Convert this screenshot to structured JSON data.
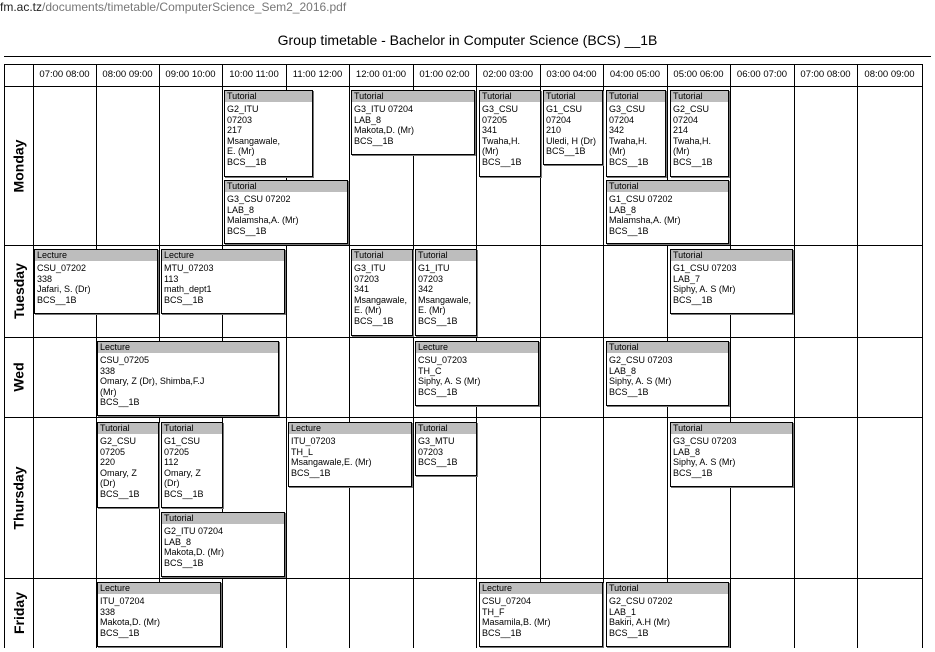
{
  "url": {
    "host": "fm.ac.tz",
    "path": "/documents/timetable/ComputerScience_Sem2_2016.pdf"
  },
  "title": "Group timetable - Bachelor in Computer Science (BCS) __1B",
  "time_headers": [
    "07:00  08:00",
    "08:00  09:00",
    "09:00  10:00",
    "10:00  11:00",
    "11:00  12:00",
    "12:00  01:00",
    "01:00  02:00",
    "02:00  03:00",
    "03:00  04:00",
    "04:00  05:00",
    "05:00  06:00",
    "06:00  07:00",
    "07:00  08:00",
    "08:00  09:00"
  ],
  "days": [
    "Monday",
    "Tuesday",
    "Wed",
    "Thursday",
    "Friday"
  ],
  "events": [
    {
      "type": "Tutorial",
      "lines": [
        "G2_ITU",
        "07203",
        "217",
        "Msangawale,",
        "E. (Mr)",
        "BCS__1B"
      ]
    },
    {
      "type": "Tutorial",
      "lines": [
        "G3_ITU 07204",
        "LAB_8",
        "Makota,D. (Mr)",
        "BCS__1B"
      ]
    },
    {
      "type": "Tutorial",
      "lines": [
        "G3_CSU",
        "07205",
        "341",
        "Twaha,H.",
        "(Mr)",
        "BCS__1B"
      ]
    },
    {
      "type": "Tutorial",
      "lines": [
        "G1_CSU",
        "07204",
        "210",
        "Uledi, H (Dr)",
        "BCS__1B"
      ]
    },
    {
      "type": "Tutorial",
      "lines": [
        "G3_CSU",
        "07204",
        "342",
        "Twaha,H.",
        "(Mr)",
        "BCS__1B"
      ]
    },
    {
      "type": "Tutorial",
      "lines": [
        "G2_CSU",
        "07204",
        "214",
        "Twaha,H.",
        "(Mr)",
        "BCS__1B"
      ]
    },
    {
      "type": "Tutorial",
      "lines": [
        "G3_CSU 07202",
        "LAB_8",
        "Malamsha,A. (Mr)",
        "BCS__1B"
      ]
    },
    {
      "type": "Tutorial",
      "lines": [
        "G1_CSU 07202",
        "LAB_8",
        "Malamsha,A. (Mr)",
        "BCS__1B"
      ]
    },
    {
      "type": "Lecture",
      "lines": [
        "CSU_07202",
        "338",
        "Jafari, S. (Dr)",
        "BCS__1B"
      ]
    },
    {
      "type": "Lecture",
      "lines": [
        "MTU_07203",
        "113",
        "math_dept1",
        "BCS__1B"
      ]
    },
    {
      "type": "Tutorial",
      "lines": [
        "G3_ITU",
        "07203",
        "341",
        "Msangawale,",
        "E. (Mr)",
        "BCS__1B"
      ]
    },
    {
      "type": "Tutorial",
      "lines": [
        "G1_ITU",
        "07203",
        "342",
        "Msangawale,",
        "E. (Mr)",
        "BCS__1B"
      ]
    },
    {
      "type": "Tutorial",
      "lines": [
        "G1_CSU 07203",
        "LAB_7",
        "Siphy,  A. S (Mr)",
        "BCS__1B"
      ]
    },
    {
      "type": "Lecture",
      "lines": [
        "CSU_07205",
        "338",
        "Omary, Z (Dr), Shimba,F.J",
        "(Mr)",
        "BCS__1B"
      ]
    },
    {
      "type": "Lecture",
      "lines": [
        "CSU_07203",
        "TH_C",
        "Siphy,  A. S (Mr)",
        "BCS__1B"
      ]
    },
    {
      "type": "Tutorial",
      "lines": [
        "G2_CSU 07203",
        "LAB_8",
        "Siphy,  A. S (Mr)",
        "BCS__1B"
      ]
    },
    {
      "type": "Tutorial",
      "lines": [
        "G2_CSU",
        "07205",
        "220",
        "Omary, Z",
        "(Dr)",
        "BCS__1B"
      ]
    },
    {
      "type": "Tutorial",
      "lines": [
        "G1_CSU",
        "07205",
        "112",
        "Omary, Z",
        "(Dr)",
        "BCS__1B"
      ]
    },
    {
      "type": "Lecture",
      "lines": [
        "ITU_07203",
        "TH_L",
        "Msangawale,E. (Mr)",
        "BCS__1B"
      ]
    },
    {
      "type": "Tutorial",
      "lines": [
        "G3_MTU",
        "07203",
        "BCS__1B"
      ]
    },
    {
      "type": "Tutorial",
      "lines": [
        "G3_CSU 07203",
        "LAB_8",
        "Siphy,  A. S (Mr)",
        "BCS__1B"
      ]
    },
    {
      "type": "Tutorial",
      "lines": [
        "G2_ITU 07204",
        "LAB_8",
        "Makota,D. (Mr)",
        "BCS__1B"
      ]
    },
    {
      "type": "Lecture",
      "lines": [
        "ITU_07204",
        "338",
        "Makota,D. (Mr)",
        "BCS__1B"
      ]
    },
    {
      "type": "Lecture",
      "lines": [
        "CSU_07204",
        "TH_F",
        "Masamila,B. (Mr)",
        "BCS__1B"
      ]
    },
    {
      "type": "Tutorial",
      "lines": [
        "G2_CSU 07202",
        "LAB_1",
        "Bakiri, A.H (Mr)",
        "BCS__1B"
      ]
    }
  ]
}
